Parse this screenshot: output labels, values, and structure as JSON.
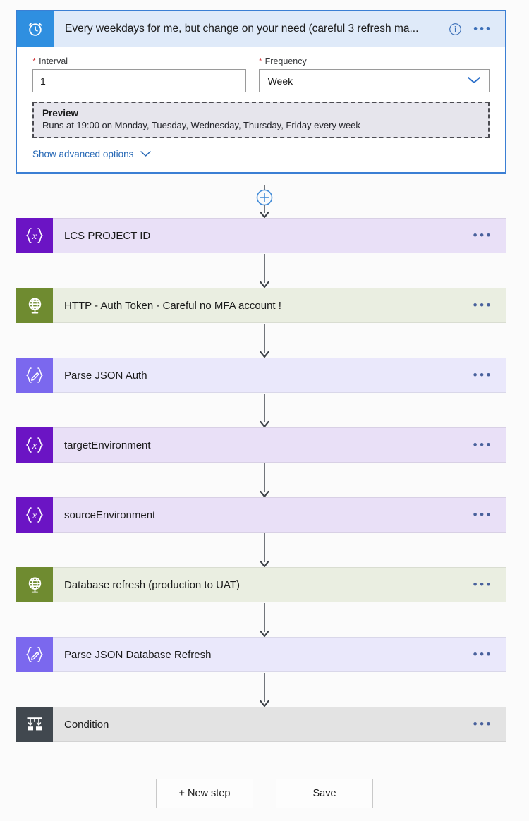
{
  "trigger": {
    "icon": "alarm-clock-icon",
    "title": "Every weekdays for me, but change on your need (careful 3 refresh ma...",
    "info_icon": "info-circle-icon",
    "menu_icon": "ellipsis-icon",
    "icon_color": "#2f8fe0",
    "header_bg": "#dfeaf9",
    "border_color": "#3b7fd4",
    "fields": {
      "interval": {
        "label": "Interval",
        "required_marker": "*",
        "value": "1",
        "placeholder": ""
      },
      "frequency": {
        "label": "Frequency",
        "required_marker": "*",
        "value": "Week",
        "chevron_icon": "chevron-down-icon"
      }
    },
    "preview": {
      "title": "Preview",
      "text": "Runs at 19:00 on Monday, Tuesday, Wednesday, Thursday, Friday every week"
    },
    "advanced": {
      "label": "Show advanced options",
      "chevron_icon": "chevron-down-icon"
    }
  },
  "add_step_button": {
    "icon": "plus-circle-icon",
    "color": "#3b87d6"
  },
  "nodes": [
    {
      "title": "LCS PROJECT ID",
      "icon": "variable-braces-icon",
      "icon_bg": "#6b14c4",
      "body_bg": "#e9e0f7",
      "menu_icon": "ellipsis-icon"
    },
    {
      "title": "HTTP - Auth Token - Careful no MFA account !",
      "icon": "globe-icon",
      "icon_bg": "#6f8b30",
      "body_bg": "#eaeee1",
      "menu_icon": "ellipsis-icon"
    },
    {
      "title": "Parse JSON Auth",
      "icon": "braces-pencil-icon",
      "icon_bg": "#7b68ee",
      "body_bg": "#eae8fb",
      "menu_icon": "ellipsis-icon"
    },
    {
      "title": "targetEnvironment",
      "icon": "variable-braces-icon",
      "icon_bg": "#6b14c4",
      "body_bg": "#e9e0f7",
      "menu_icon": "ellipsis-icon"
    },
    {
      "title": "sourceEnvironment",
      "icon": "variable-braces-icon",
      "icon_bg": "#6b14c4",
      "body_bg": "#e9e0f7",
      "menu_icon": "ellipsis-icon"
    },
    {
      "title": "Database refresh (production to UAT)",
      "icon": "globe-icon",
      "icon_bg": "#6f8b30",
      "body_bg": "#eaeee1",
      "menu_icon": "ellipsis-icon"
    },
    {
      "title": "Parse JSON Database Refresh",
      "icon": "braces-pencil-icon",
      "icon_bg": "#7b68ee",
      "body_bg": "#eae8fb",
      "menu_icon": "ellipsis-icon"
    },
    {
      "title": "Condition",
      "icon": "condition-branch-icon",
      "icon_bg": "#41484f",
      "body_bg": "#e3e3e3",
      "menu_icon": "ellipsis-icon"
    }
  ],
  "footer": {
    "new_step_label": "+ New step",
    "save_label": "Save"
  }
}
